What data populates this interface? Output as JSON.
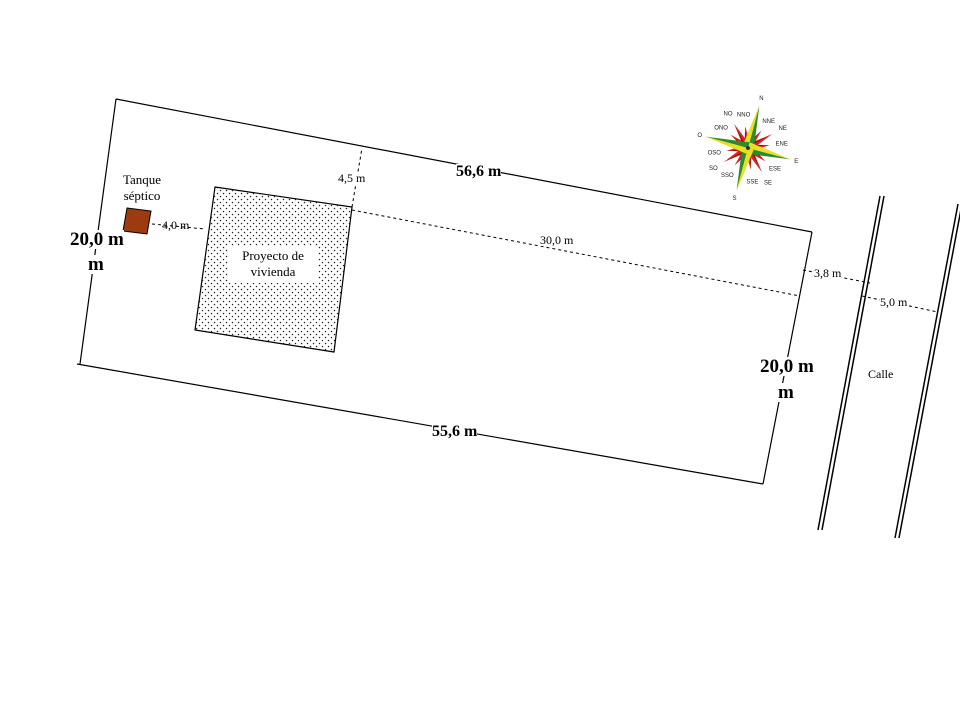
{
  "labels": {
    "top_length": "56,6 m",
    "bottom_length": "55,6 m",
    "left_width_value": "20,0 m",
    "left_width_unit": "m",
    "right_width_value": "20,0 m",
    "right_width_unit": "m",
    "house_setback_top": "4,5 m",
    "tank_to_house": "4,0 m",
    "house_to_front": "30,0 m",
    "front_to_street": "3,8 m",
    "street_width": "5,0 m",
    "street_name": "Calle",
    "septic_tank": "Tanque séptico",
    "house_project": "Proyecto de vivienda"
  },
  "compass": {
    "n": "N",
    "nne": "NNE",
    "ne": "NE",
    "ene": "ENE",
    "e": "E",
    "ese": "ESE",
    "se": "SE",
    "sse": "SSE",
    "s": "S",
    "sso": "SSO",
    "so": "SO",
    "oso": "OSO",
    "o": "O",
    "ono": "ONO",
    "no": "NO",
    "nno": "NNO"
  },
  "colors": {
    "septic_tank_fill": "#9c3a10",
    "compass_red": "#e02020",
    "compass_green": "#2f8a2f",
    "compass_yellow": "#e8e020"
  }
}
